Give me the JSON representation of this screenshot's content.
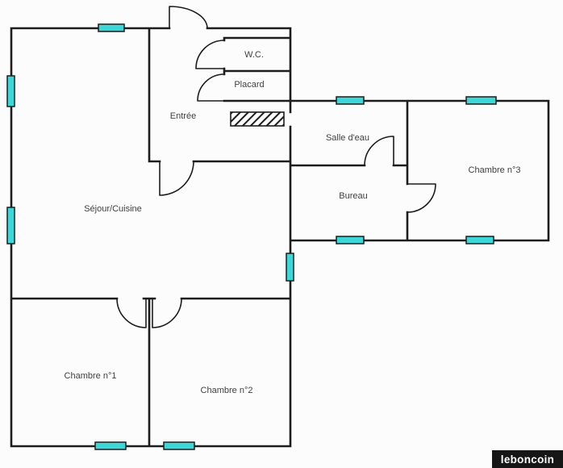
{
  "colors": {
    "background": "#fcfcfc",
    "wall": "#1d1d1d",
    "window_fill": "#3ed7d7",
    "watermark_bg": "#161616",
    "watermark_text": "#ffffff"
  },
  "rooms": {
    "wc": {
      "label": "W.C."
    },
    "placard": {
      "label": "Placard"
    },
    "entree": {
      "label": "Entrée"
    },
    "salle_deau": {
      "label": "Salle d'eau"
    },
    "chambre3": {
      "label": "Chambre n°3"
    },
    "bureau": {
      "label": "Bureau"
    },
    "sejour": {
      "label": "Séjour/Cuisine"
    },
    "chambre1": {
      "label": "Chambre n°1"
    },
    "chambre2": {
      "label": "Chambre n°2"
    }
  },
  "watermark": {
    "label": "leboncoin"
  }
}
